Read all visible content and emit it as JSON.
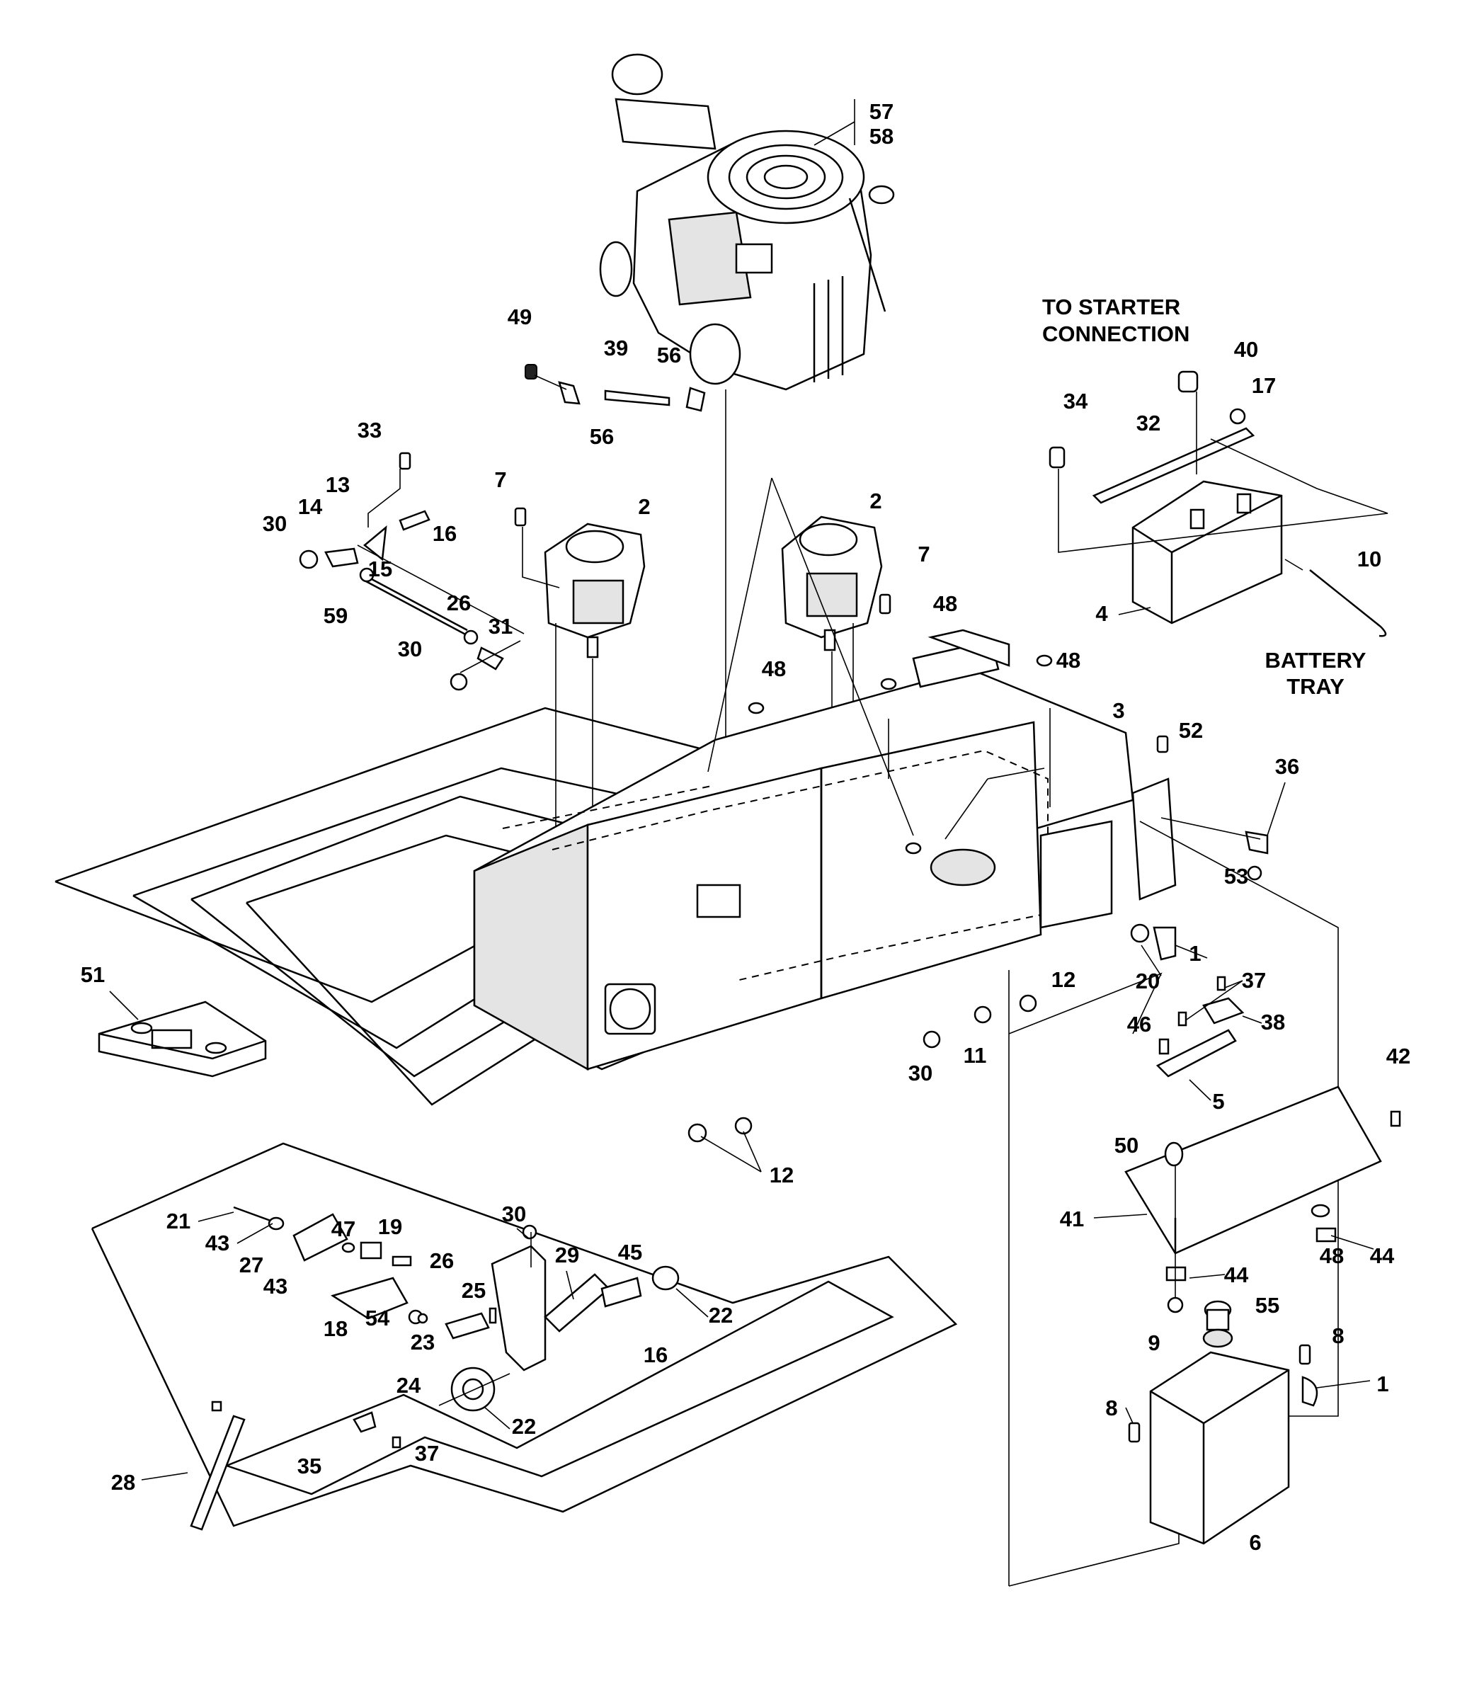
{
  "diagram": {
    "captions": {
      "starter": [
        "TO STARTER",
        "CONNECTION"
      ],
      "battery_tray": [
        "BATTERY",
        "TRAY"
      ]
    },
    "callouts": {
      "c57": "57",
      "c58": "58",
      "c49": "49",
      "c39": "39",
      "c56a": "56",
      "c56b": "56",
      "c33": "33",
      "c13": "13",
      "c14": "14",
      "c30a": "30",
      "c16a": "16",
      "c15": "15",
      "c59": "59",
      "c26a": "26",
      "c31": "31",
      "c30b": "30",
      "c7a": "7",
      "c2a": "2",
      "c2b": "2",
      "c7b": "7",
      "c48a": "48",
      "c48b": "48",
      "c48c": "48",
      "c3": "3",
      "c52": "52",
      "c36": "36",
      "c53": "53",
      "c40": "40",
      "c34": "34",
      "c32": "32",
      "c17": "17",
      "c10": "10",
      "c4": "4",
      "c1a": "1",
      "c20": "20",
      "c12a": "12",
      "c37a": "37",
      "c38": "38",
      "c46": "46",
      "c5": "5",
      "c30c": "30",
      "c11": "11",
      "c12b": "12",
      "c51": "51",
      "c42": "42",
      "c50": "50",
      "c41": "41",
      "c48d": "48",
      "c44a": "44",
      "c44b": "44",
      "c9": "9",
      "c55": "55",
      "c8a": "8",
      "c8b": "8",
      "c1b": "1",
      "c6": "6",
      "c21": "21",
      "c43a": "43",
      "c47": "47",
      "c19": "19",
      "c27": "27",
      "c43b": "43",
      "c30d": "30",
      "c29": "29",
      "c45": "45",
      "c22a": "22",
      "c26b": "26",
      "c25": "25",
      "c18": "18",
      "c54": "54",
      "c23": "23",
      "c24": "24",
      "c16b": "16",
      "c22b": "22",
      "c28": "28",
      "c35": "35",
      "c37b": "37"
    }
  }
}
